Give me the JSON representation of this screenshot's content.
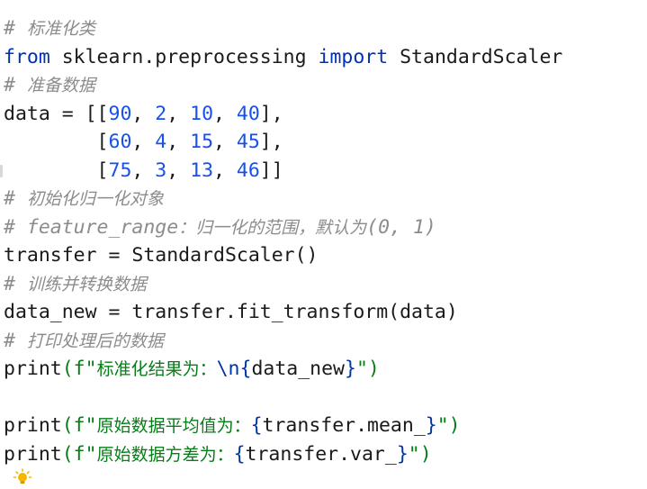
{
  "editor": {
    "lines": [
      {
        "comment": "# ",
        "text": "标准化类"
      },
      {
        "kw1": "from",
        "module": " sklearn.preprocessing ",
        "kw2": "import",
        "name": " StandardScaler"
      },
      {
        "comment": "# ",
        "text": "准备数据"
      },
      {
        "prefix": "data = [[",
        "n1": "90",
        "n2": "2",
        "n3": "10",
        "n4": "40",
        "suffix": "],"
      },
      {
        "prefix": "        [",
        "n1": "60",
        "n2": "4",
        "n3": "15",
        "n4": "45",
        "suffix": "],"
      },
      {
        "prefix": "        [",
        "n1": "75",
        "n2": "3",
        "n3": "13",
        "n4": "46",
        "suffix": "]]"
      },
      {
        "comment": "# ",
        "text": "初始化归一化对象"
      },
      {
        "comment": "# feature_range",
        "text": "：归一化的范围，默认为",
        "tail": "(0, 1)"
      },
      {
        "code": "transfer = StandardScaler()"
      },
      {
        "comment": "# ",
        "text": "训练并转换数据"
      },
      {
        "code": "data_new = transfer.fit_transform(data)"
      },
      {
        "comment": "# ",
        "text": "打印处理后的数据"
      },
      {
        "fn": "print",
        "open": "(f\"",
        "label": "标准化结果为：",
        "esc": "\\n",
        "lb": "{",
        "expr": "data_new",
        "rb": "}",
        "close": "\")"
      },
      {
        "fn": "print",
        "open": "(f\"",
        "label": "原始数据平均值为：",
        "lb": "{",
        "expr": "transfer.mean_",
        "rb": "}",
        "close": "\")"
      },
      {
        "fn": "print",
        "open": "(f\"",
        "label": "原始数据方差为：",
        "lb": "{",
        "expr": "transfer.var_",
        "rb": "}",
        "close": "\")"
      }
    ],
    "comma": ", ",
    "intention_icon": "lightbulb-icon",
    "bulb_color": "#f5b800"
  }
}
